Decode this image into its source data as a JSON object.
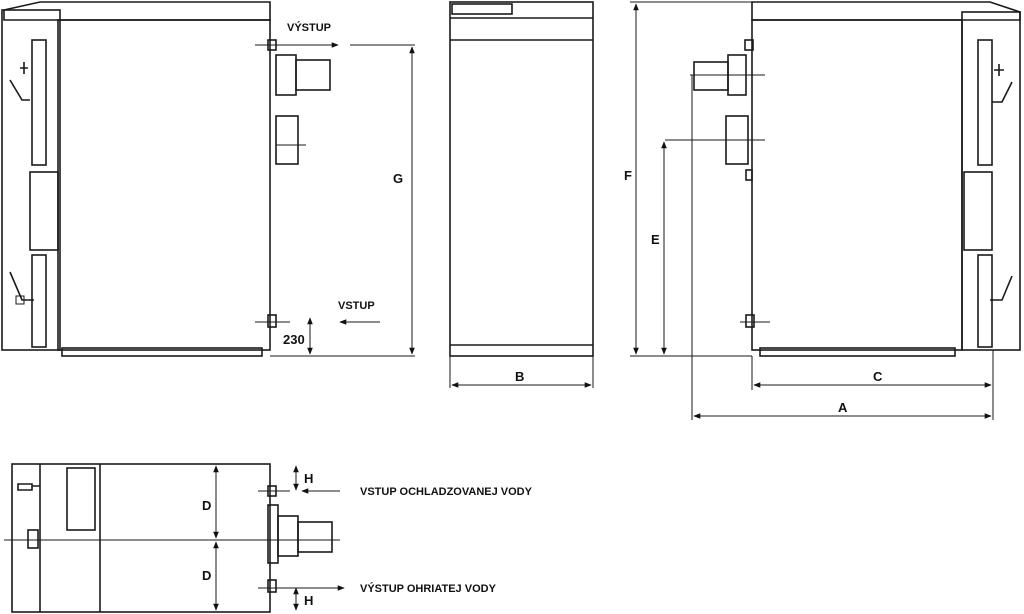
{
  "labels": {
    "vystup": "VÝSTUP",
    "vstup": "VSTUP",
    "dim_230": "230",
    "dim_g": "G",
    "dim_b": "B",
    "dim_f": "F",
    "dim_e": "E",
    "dim_c": "C",
    "dim_a": "A",
    "dim_d_top": "D",
    "dim_d_bottom": "D",
    "dim_h_top": "H",
    "dim_h_bottom": "H",
    "vstup_ochladzovanej": "VSTUP OCHLADZOVANEJ VODY",
    "vystup_ohriatej": "VÝSTUP OHRIATEJ VODY"
  }
}
